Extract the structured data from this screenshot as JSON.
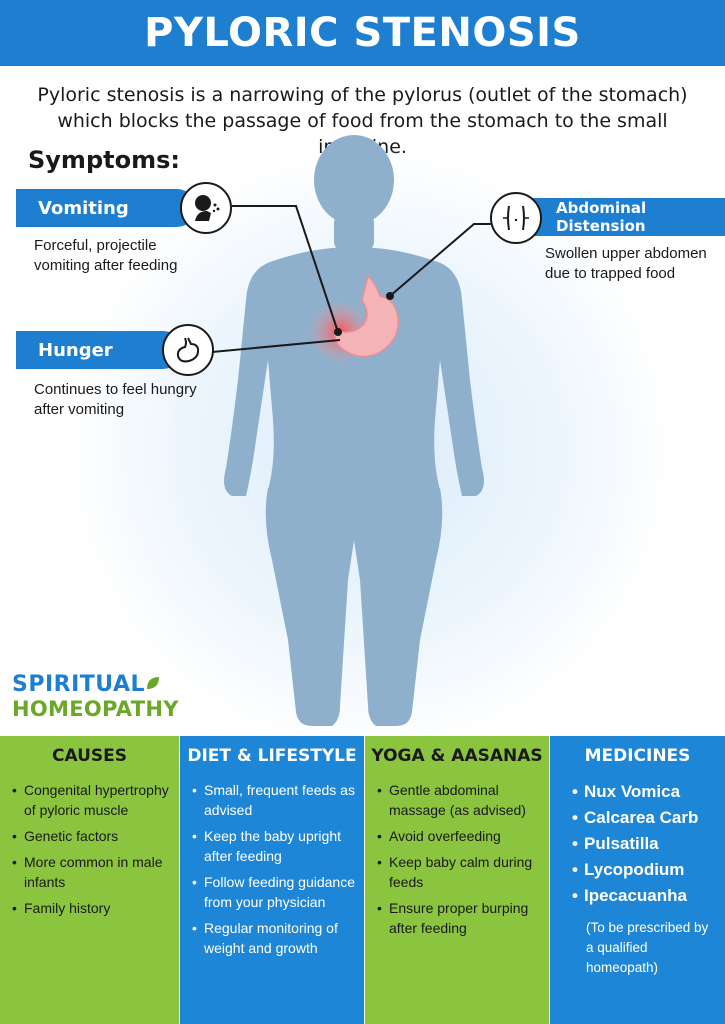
{
  "title": "PYLORIC STENOSIS",
  "intro": "Pyloric stenosis is a narrowing of the pylorus (outlet of the stomach) which blocks the passage of food from the stomach to the small intestine.",
  "symptoms_title": "Symptoms:",
  "symptoms": [
    {
      "label": "Vomiting",
      "description": "Forceful, projectile vomiting after feeding",
      "icon": "vomiting-icon"
    },
    {
      "label": "Hunger",
      "description": "Continues to feel hungry after vomiting",
      "icon": "stomach-icon"
    },
    {
      "label": "Abdominal Distension",
      "description": "Swollen upper abdomen due to trapped food",
      "icon": "abdomen-icon"
    }
  ],
  "logo": {
    "line1": "SPIRITUAL",
    "line2": "HOMEOPATHY"
  },
  "panels": [
    {
      "title": "CAUSES",
      "items": [
        "Congenital hypertrophy of pyloric muscle",
        "Genetic factors",
        "More common in male infants",
        "Family history"
      ]
    },
    {
      "title": "DIET & LIFESTYLE",
      "items": [
        "Small, frequent feeds as advised",
        "Keep the baby upright after feeding",
        "Follow feeding guidance from your physician",
        "Regular monitoring of weight and growth"
      ]
    },
    {
      "title": "YOGA & AASANAS",
      "items": [
        "Gentle abdominal massage (as advised)",
        "Avoid overfeeding",
        "Keep baby calm during feeds",
        "Ensure proper burping after feeding"
      ]
    },
    {
      "title": "MEDICINES",
      "items": [
        "Nux Vomica",
        "Calcarea Carb",
        "Pulsatilla",
        "Lycopodium",
        "Ipecacuanha"
      ],
      "note": "(To be prescribed by a qualified homeopath)"
    }
  ],
  "colors": {
    "blue": "#1e7fd0",
    "green": "#8bc53f",
    "figure": "#8fb0cc",
    "stomach": "#f1a3a8"
  }
}
